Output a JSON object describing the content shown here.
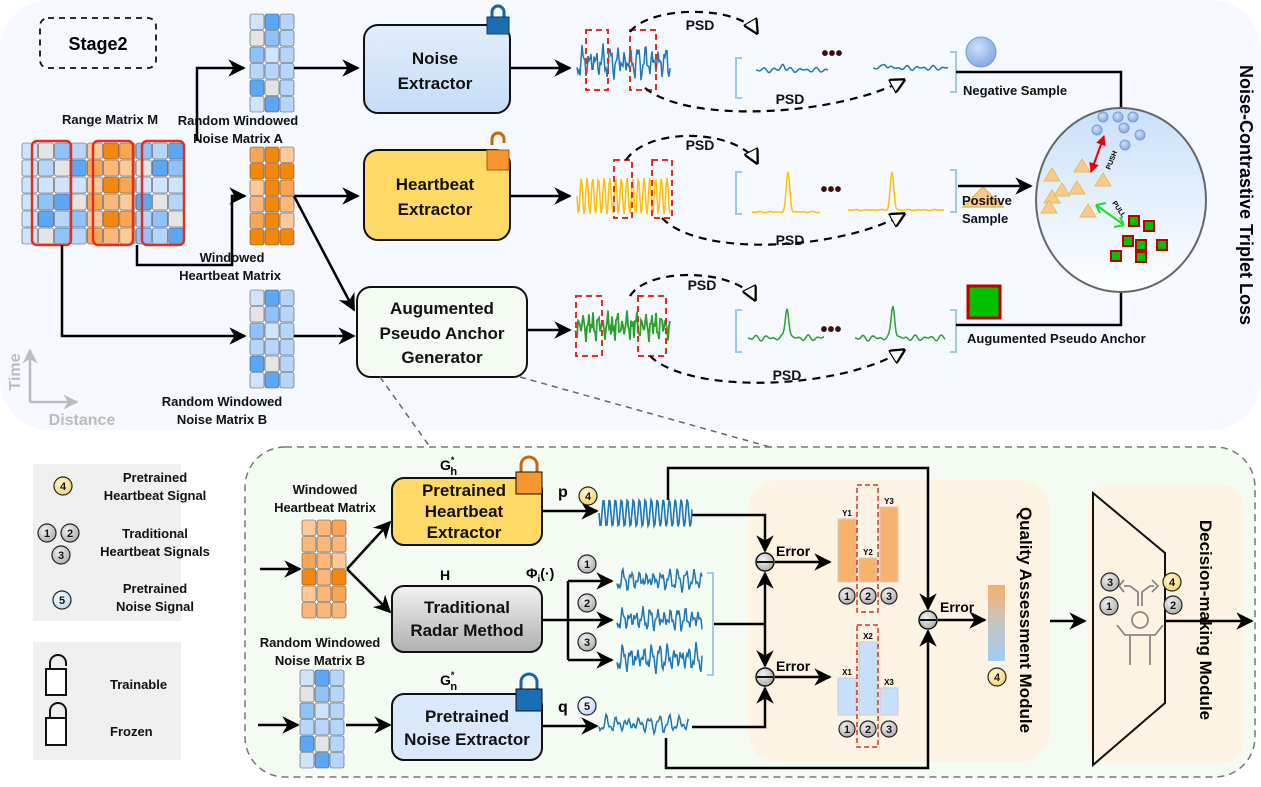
{
  "stage": "Stage2",
  "matrices": {
    "range": "Range Matrix M",
    "noise_a": [
      "Random Windowed",
      "Noise Matrix A"
    ],
    "heartbeat": [
      "Windowed",
      "Heartbeat Matrix"
    ],
    "noise_b": [
      "Random Windowed",
      "Noise Matrix B"
    ]
  },
  "axes": {
    "time": "Time",
    "distance": "Distance"
  },
  "modules": {
    "noise_extractor": [
      "Noise",
      "Extractor"
    ],
    "heartbeat_extractor": [
      "Heartbeat",
      "Extractor"
    ],
    "apag": [
      "Augumented",
      "Pseudo Anchor",
      "Generator"
    ]
  },
  "psd": "PSD",
  "ellipsis": "•••",
  "samples": {
    "negative": "Negative Sample",
    "positive": [
      "Positive",
      "Sample"
    ],
    "anchor": "Augumented Pseudo Anchor"
  },
  "loss": {
    "title": "Noise-Contrastive Triplet Loss",
    "push": "PUSH",
    "pull": "PULL"
  },
  "legend": {
    "pretrained_heartbeat": {
      "badge": "4",
      "label": [
        "Pretrained",
        "Heartbeat Signal"
      ]
    },
    "traditional": {
      "badges": [
        "1",
        "2",
        "3"
      ],
      "label": [
        "Traditional",
        "Heartbeat Signals"
      ]
    },
    "pretrained_noise": {
      "badge": "5",
      "label": [
        "Pretrained",
        "Noise Signal"
      ]
    },
    "trainable": "Trainable",
    "frozen": "Frozen"
  },
  "detail": {
    "heartbeat_matrix": [
      "Windowed",
      "Heartbeat Matrix"
    ],
    "noise_matrix": [
      "Random Windowed",
      "Noise Matrix B"
    ],
    "g_h": {
      "base": "G",
      "sup": "*",
      "sub": "h"
    },
    "h": "H",
    "g_n": {
      "base": "G",
      "sup": "*",
      "sub": "n"
    },
    "pretrained_heartbeat_extractor": [
      "Pretrained",
      "Heartbeat",
      "Extractor"
    ],
    "traditional_radar": [
      "Traditional",
      "Radar Method"
    ],
    "pretrained_noise_extractor": [
      "Pretrained",
      "Noise Extractor"
    ],
    "p": "p",
    "q": "q",
    "phi": {
      "base": "Φ",
      "sub": "i",
      "rest": "(·)"
    },
    "badges": {
      "p": "4",
      "q": "5",
      "t1": "1",
      "t2": "2",
      "t3": "3",
      "qa": "4"
    },
    "error": "Error",
    "y_bars": {
      "labels": [
        "Y1",
        "Y2",
        "Y3"
      ],
      "badges": [
        "1",
        "2",
        "3"
      ]
    },
    "x_bars": {
      "labels": [
        "X1",
        "X2",
        "X3"
      ],
      "badges": [
        "1",
        "2",
        "3"
      ]
    },
    "quality_module": "Quality Assessment Module",
    "decision_module": "Decision-making Module",
    "decision_badges": [
      "3",
      "4",
      "1",
      "2"
    ]
  },
  "colors": {
    "noise": "#1f77b4",
    "heartbeat": "#ffc000",
    "anchor": "#2ca02c",
    "highlight": "#e03020",
    "heartbeat_box": "#ffd966",
    "noise_box": "#dae8fc",
    "orange_cell": "#f5870a",
    "blue_cell": "#5aa8f5"
  }
}
